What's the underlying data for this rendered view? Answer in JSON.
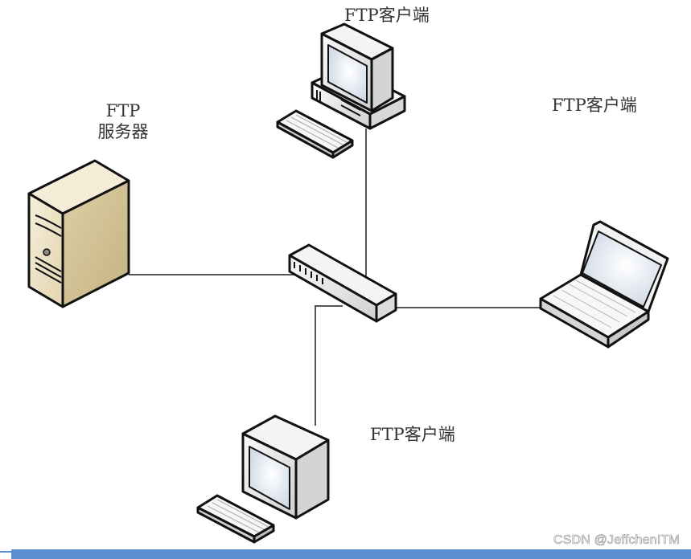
{
  "diagram": {
    "type": "network-topology",
    "title": "",
    "nodes": [
      {
        "id": "server",
        "kind": "tower-server",
        "label_line1": "FTP",
        "label_line2": "服务器"
      },
      {
        "id": "switch",
        "kind": "network-switch",
        "label": ""
      },
      {
        "id": "client-top",
        "kind": "desktop-computer",
        "label": "FTP客户端"
      },
      {
        "id": "client-right",
        "kind": "laptop",
        "label": "FTP客户端"
      },
      {
        "id": "client-bottom",
        "kind": "monitor-computer",
        "label": "FTP客户端"
      }
    ],
    "edges": [
      {
        "from": "server",
        "to": "switch"
      },
      {
        "from": "client-top",
        "to": "switch"
      },
      {
        "from": "switch",
        "to": "client-right"
      },
      {
        "from": "switch",
        "to": "client-bottom"
      }
    ]
  },
  "labels": {
    "server_line1": "FTP",
    "server_line2": "服务器",
    "client_top": "FTP客户端",
    "client_right": "FTP客户端",
    "client_bottom": "FTP客户端"
  },
  "watermark": "CSDN @JeffchenITM",
  "colors": {
    "outline": "#111111",
    "server_body": "#e8dcbf",
    "server_side": "#cdbd93",
    "device_body": "#f2f2f2",
    "device_side": "#d4d4d4",
    "screen": "#e6edf6",
    "link": "#555555",
    "bottom_bar": "#5b8fd3"
  }
}
